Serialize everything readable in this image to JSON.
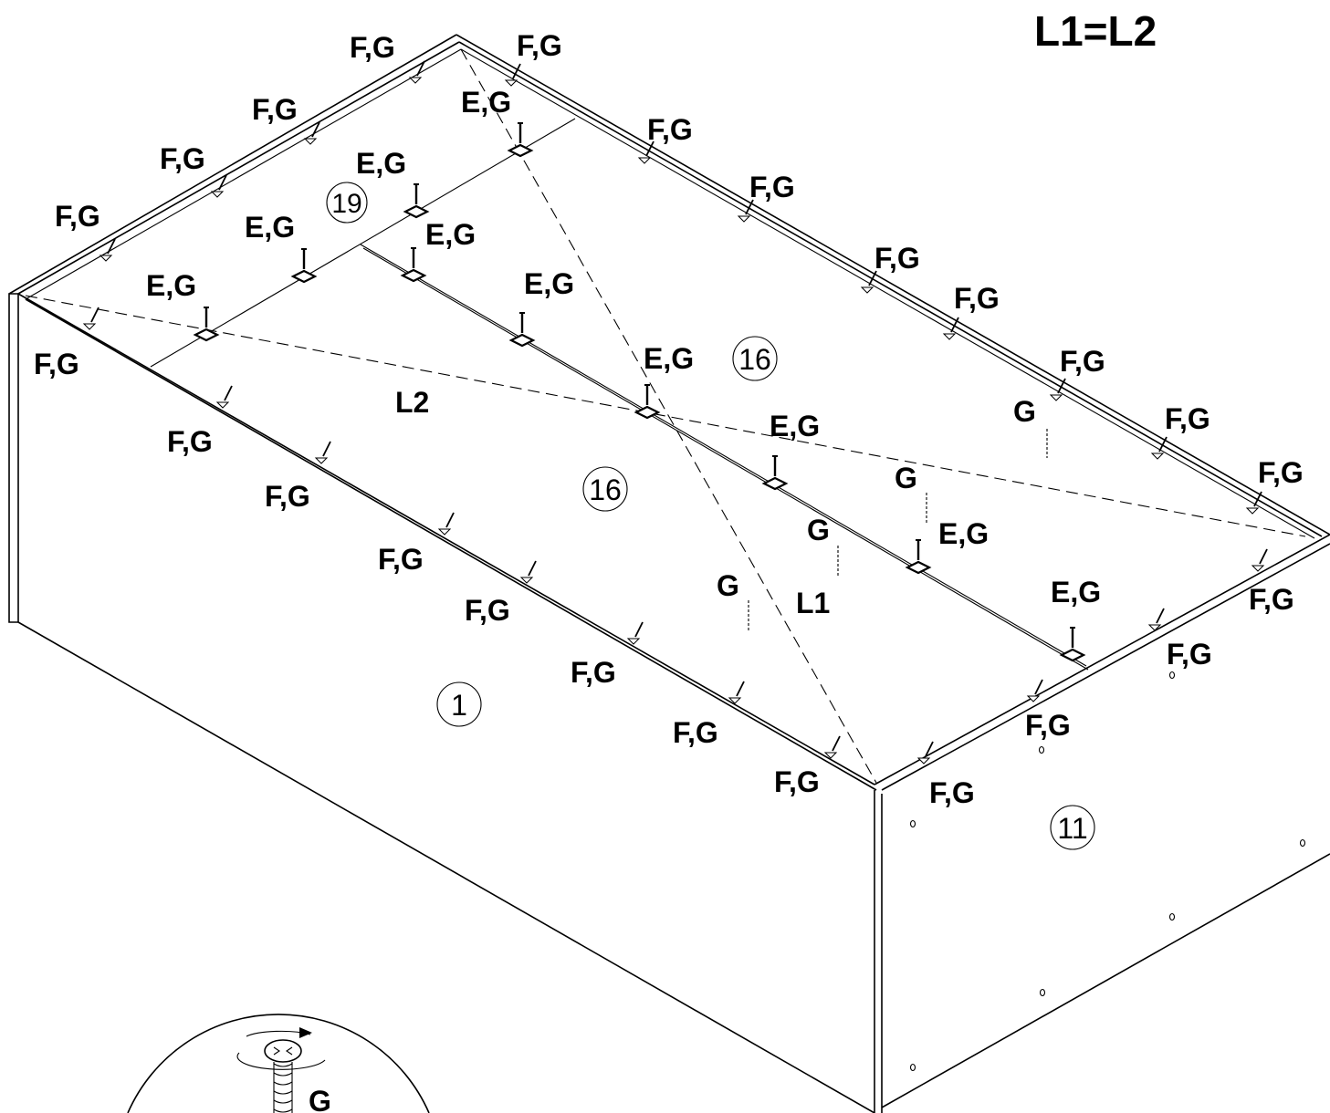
{
  "diagram": {
    "equation": "L1=L2",
    "part_numbers": [
      "19",
      "16",
      "16",
      "1",
      "11"
    ],
    "fastener_label_fg": "F,G",
    "fastener_label_eg": "E,G",
    "fastener_label_g": "G",
    "diagonal_1": "L1",
    "diagonal_2": "L2",
    "screw_callout": "G"
  }
}
